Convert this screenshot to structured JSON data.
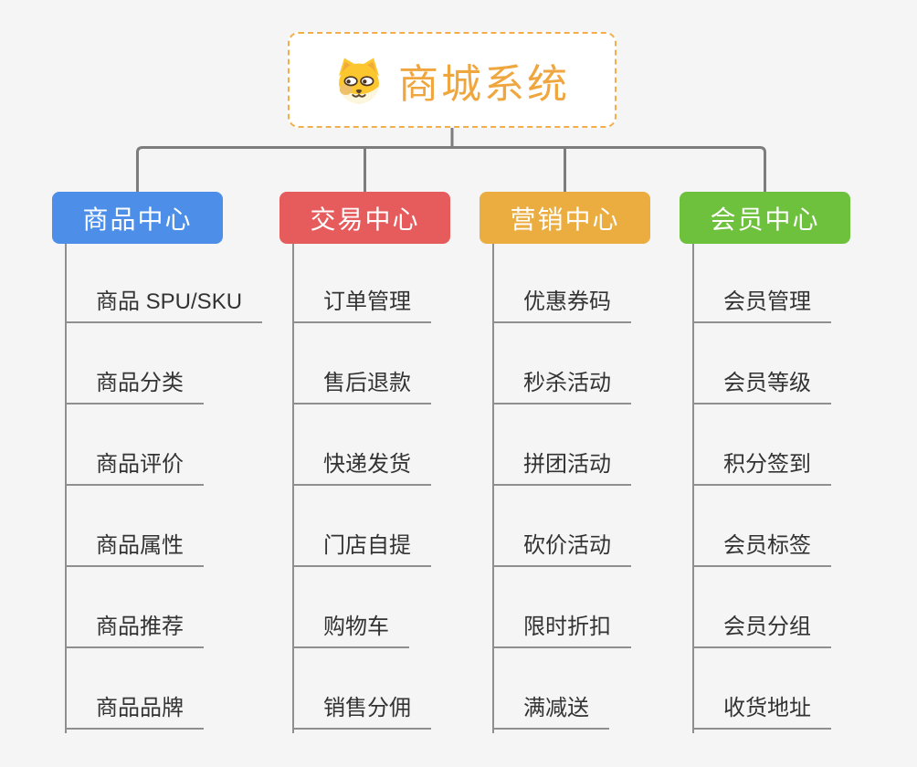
{
  "canvas": {
    "background": "#f5f5f5",
    "connector_color": "#7d7d7d",
    "leaf_line_color": "#8f8f8f"
  },
  "root": {
    "title": "商城系统",
    "icon": "dog-face-icon",
    "accent_color": "#F0A63E",
    "border_color": "#F2AE4A"
  },
  "branches": [
    {
      "label": "商品中心",
      "color": "#4D8FE8",
      "children": [
        "商品 SPU/SKU",
        "商品分类",
        "商品评价",
        "商品属性",
        "商品推荐",
        "商品品牌"
      ]
    },
    {
      "label": "交易中心",
      "color": "#E65C5C",
      "children": [
        "订单管理",
        "售后退款",
        "快递发货",
        "门店自提",
        "购物车",
        "销售分佣"
      ]
    },
    {
      "label": "营销中心",
      "color": "#EBAC40",
      "children": [
        "优惠券码",
        "秒杀活动",
        "拼团活动",
        "砍价活动",
        "限时折扣",
        "满减送"
      ]
    },
    {
      "label": "会员中心",
      "color": "#6EC13C",
      "children": [
        "会员管理",
        "会员等级",
        "积分签到",
        "会员标签",
        "会员分组",
        "收货地址"
      ]
    }
  ]
}
